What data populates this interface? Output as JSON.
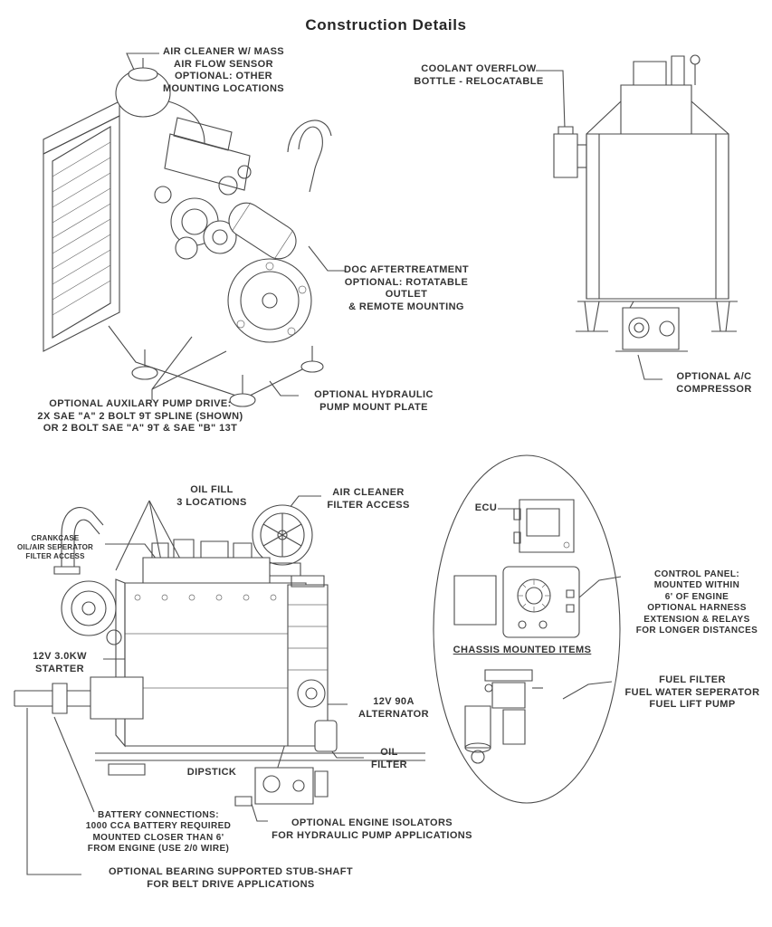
{
  "page": {
    "title": "Construction Details"
  },
  "colors": {
    "ink": "#333333",
    "line": "#4a4a4a",
    "background": "#ffffff"
  },
  "labels": {
    "air_cleaner": "AIR CLEANER W/ MASS\nAIR FLOW SENSOR\nOPTIONAL: OTHER\nMOUNTING LOCATIONS",
    "coolant_overflow": "COOLANT OVERFLOW\nBOTTLE - RELOCATABLE",
    "doc_aftertreatment": "DOC AFTERTREATMENT\nOPTIONAL: ROTATABLE OUTLET\n& REMOTE MOUNTING",
    "aux_pump_drive": "OPTIONAL AUXILARY PUMP DRIVE:\n2X SAE \"A\" 2 BOLT 9T SPLINE (SHOWN)\nOR 2 BOLT SAE \"A\" 9T & SAE \"B\" 13T",
    "hydraulic_pump_mount": "OPTIONAL HYDRAULIC\nPUMP MOUNT PLATE",
    "ac_compressor": "OPTIONAL A/C\nCOMPRESSOR",
    "oil_fill": "OIL FILL\n3 LOCATIONS",
    "air_cleaner_access": "AIR CLEANER\nFILTER ACCESS",
    "crankcase_separator": "CRANKCASE\nOIL/AIR SEPERATOR\nFILTER ACCESS",
    "starter": "12V 3.0kW\nSTARTER",
    "alternator": "12V 90A\nALTERNATOR",
    "oil_filter": "OIL\nFILTER",
    "dipstick": "DIPSTICK",
    "battery": "BATTERY CONNECTIONS:\n1000 CCA BATTERY REQUIRED\nMOUNTED CLOSER THAN 6'\nFROM ENGINE (USE 2/0 WIRE)",
    "engine_isolators": "OPTIONAL ENGINE ISOLATORS\nFOR HYDRAULIC PUMP APPLICATIONS",
    "stub_shaft": "OPTIONAL BEARING SUPPORTED STUB-SHAFT\nFOR BELT DRIVE APPLICATIONS",
    "ecu": "ECU",
    "control_panel": "CONTROL PANEL:\nMOUNTED WITHIN\n6' OF ENGINE\nOPTIONAL HARNESS\nEXTENSION & RELAYS\nFOR LONGER DISTANCES",
    "chassis_mounted": "CHASSIS MOUNTED ITEMS",
    "fuel_filter": "FUEL FILTER\nFUEL WATER SEPERATOR\nFUEL LIFT PUMP"
  }
}
